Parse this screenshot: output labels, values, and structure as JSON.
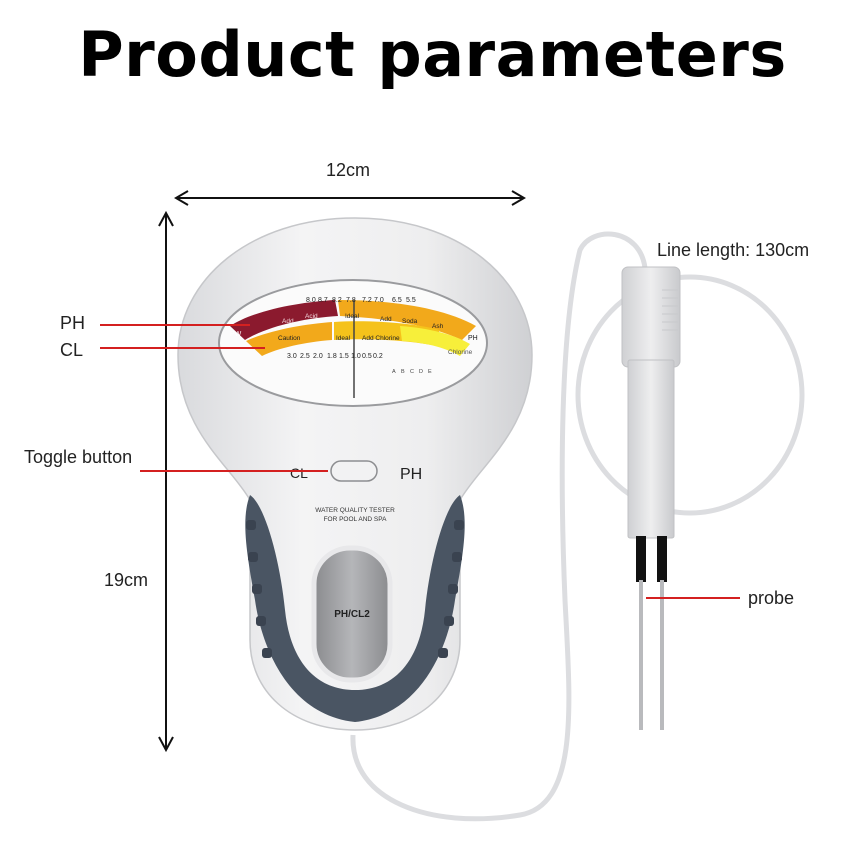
{
  "title": "Product parameters",
  "dimensions": {
    "width_label": "12cm",
    "height_label": "19cm",
    "line_length_label": "Line length: 130cm"
  },
  "callouts": {
    "ph": "PH",
    "cl": "CL",
    "toggle": "Toggle button",
    "probe": "probe"
  },
  "device": {
    "toggle_left": "CL",
    "toggle_right": "PH",
    "brand_line1": "WATER QUALITY TESTER",
    "brand_line2": "FOR POOL AND SPA",
    "vial_label": "PH/CL2",
    "ph_scale_numbers": [
      "8.0",
      "8.7",
      "8.2",
      "7.8",
      "7.2",
      "7.0",
      "6.5",
      "5.5"
    ],
    "ph_zones": [
      "Add",
      "Acid",
      "Ideal",
      "Add",
      "Soda",
      "Ash"
    ],
    "cl_zones": [
      "Caution",
      "Ideal",
      "Add Chlorine"
    ],
    "cl_scale_numbers": [
      "3.0",
      "2.5",
      "2.0",
      "1.8",
      "1.5",
      "1.0",
      "0.5",
      "0.2"
    ],
    "cl_letters": [
      "A",
      "B",
      "C",
      "D",
      "E"
    ],
    "dial_side_left": "PW",
    "dial_side_right": "PH",
    "dial_chlorine": "Chlorine"
  },
  "colors": {
    "ph_acid_band": "#8b1a2e",
    "ph_base_band": "#f2a91b",
    "cl_band": "#f5c21b",
    "cl_low": "#f7ef3a",
    "body": "#e9eaec",
    "grip": "#4a5563",
    "callout_line": "#d42020"
  }
}
